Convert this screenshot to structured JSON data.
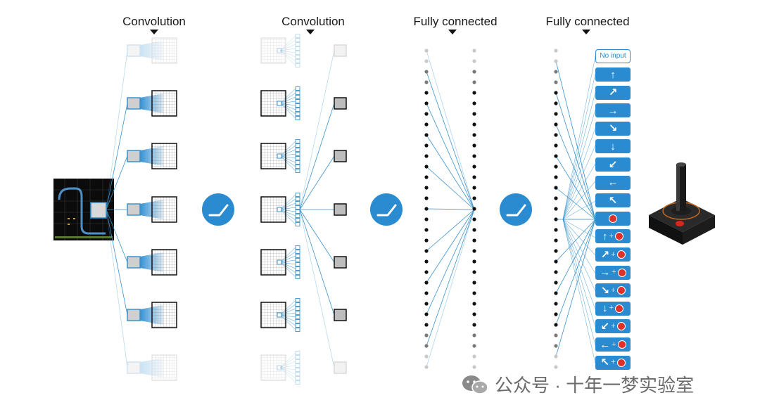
{
  "sections": {
    "conv1_title": "Convolution",
    "conv2_title": "Convolution",
    "fc1_title": "Fully connected",
    "fc2_title": "Fully connected"
  },
  "actions": {
    "no_input_label": "No input",
    "plus": "+",
    "items": [
      {
        "arrow": "↑",
        "fire": false
      },
      {
        "arrow": "↗",
        "fire": false
      },
      {
        "arrow": "→",
        "fire": false
      },
      {
        "arrow": "↘",
        "fire": false
      },
      {
        "arrow": "↓",
        "fire": false
      },
      {
        "arrow": "↙",
        "fire": false
      },
      {
        "arrow": "←",
        "fire": false
      },
      {
        "arrow": "↖",
        "fire": false
      },
      {
        "arrow": "",
        "fire": true
      },
      {
        "arrow": "↑",
        "fire": true
      },
      {
        "arrow": "↗",
        "fire": true
      },
      {
        "arrow": "→",
        "fire": true
      },
      {
        "arrow": "↘",
        "fire": true
      },
      {
        "arrow": "↓",
        "fire": true
      },
      {
        "arrow": "↙",
        "fire": true
      },
      {
        "arrow": "←",
        "fire": true
      },
      {
        "arrow": "↖",
        "fire": true
      }
    ]
  },
  "watermark": {
    "text": "公众号 · 十年一梦实验室"
  },
  "colors": {
    "accent_blue": "#2a8bd0",
    "line_blue": "#3a93cc",
    "fire_red": "#e0302a",
    "node_black": "#111111",
    "node_grey": "#bdbdbd"
  }
}
